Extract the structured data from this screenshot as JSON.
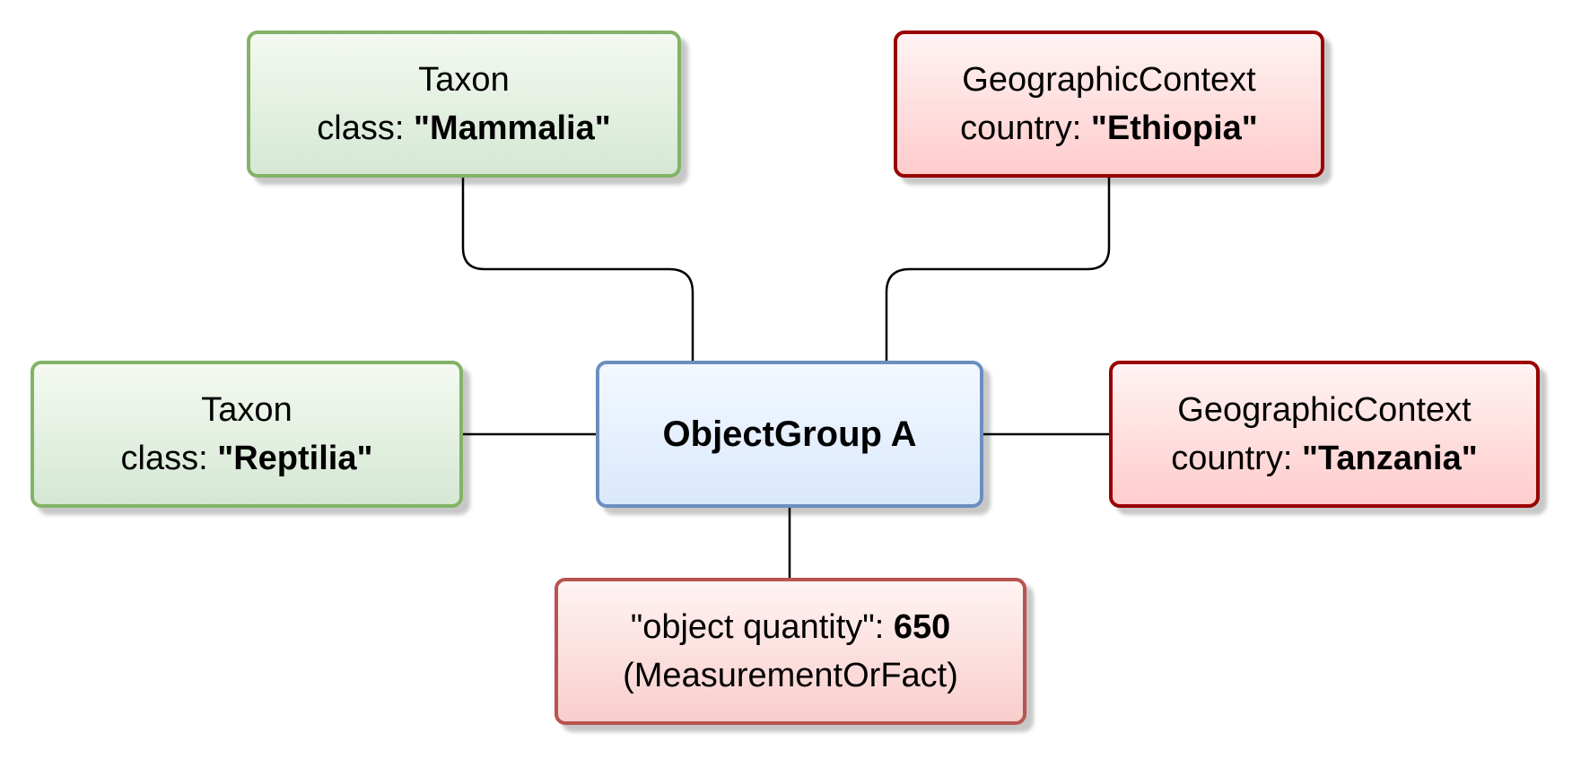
{
  "diagram": {
    "center": {
      "title": "ObjectGroup A"
    },
    "taxon_mammalia": {
      "name": "Taxon",
      "key": "class: ",
      "value": "\"Mammalia\""
    },
    "geo_ethiopia": {
      "name": "GeographicContext",
      "key": "country: ",
      "value": "\"Ethiopia\""
    },
    "taxon_reptilia": {
      "name": "Taxon",
      "key": "class: ",
      "value": "\"Reptilia\""
    },
    "geo_tanzania": {
      "name": "GeographicContext",
      "key": "country: ",
      "value": "\"Tanzania\""
    },
    "measurement": {
      "key": "\"object quantity\": ",
      "value": "650",
      "type": "(MeasurementOrFact)"
    }
  },
  "colors": {
    "taxon_border": "#82b366",
    "taxon_fill": "#d5e8d4",
    "geo_border": "#990000",
    "geo_fill": "#ffcccc",
    "center_border": "#6c8ebf",
    "center_fill": "#dae8fc",
    "measurement_border": "#b85450",
    "measurement_fill": "#f8cecc",
    "connector": "#000000"
  }
}
